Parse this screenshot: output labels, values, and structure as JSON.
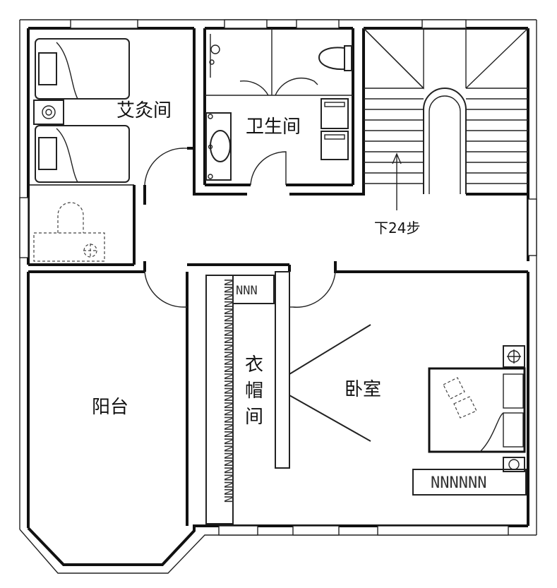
{
  "rooms": {
    "guest_room": "艾灸间",
    "bathroom": "卫生间",
    "balcony": "阳台",
    "bedroom": "卧室",
    "closet_line1": "衣",
    "closet_line2": "帽",
    "closet_line3": "间"
  },
  "stairs": {
    "label": "下24步"
  },
  "hangers": {
    "closet_vertical": "NNNNNNNNNNNNNNNNNNNNNNNNNNNNNNN",
    "closet_top": "NNN",
    "bedroom_wardrobe": "NNNNNN"
  }
}
